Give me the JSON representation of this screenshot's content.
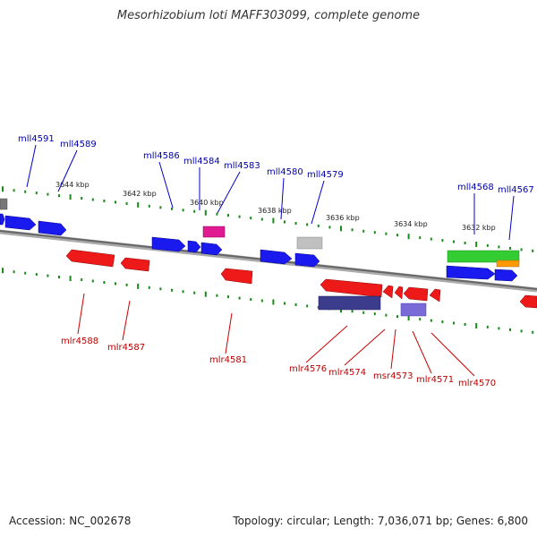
{
  "header": {
    "title": "Mesorhizobium loti MAFF303099, complete genome"
  },
  "footer": {
    "accession": "Accession: NC_002678",
    "summary": "Topology: circular; Length: 7,036,071 bp; Genes: 6,800"
  },
  "colors": {
    "forward_gene": "#1a1aee",
    "reverse_gene": "#ee1a1a",
    "forward_label": "#0000aa",
    "reverse_label": "#bb0000",
    "ruler": "#1a8a1a",
    "backbone": "#888888"
  },
  "ruler_labels": [
    "3644 kbp",
    "3642 kbp",
    "3640 kbp",
    "3638 kbp",
    "3636 kbp",
    "3634 kbp",
    "3632 kbp"
  ],
  "forward_labels": [
    "mll4591",
    "mll4589",
    "mll4586",
    "mll4584",
    "mll4583",
    "mll4580",
    "mll4579",
    "mll4568",
    "mll4567"
  ],
  "reverse_labels": [
    "mlr4588",
    "mlr4587",
    "mlr4581",
    "mlr4576",
    "mlr4574",
    "msr4573",
    "mlr4571",
    "mlr4570"
  ]
}
